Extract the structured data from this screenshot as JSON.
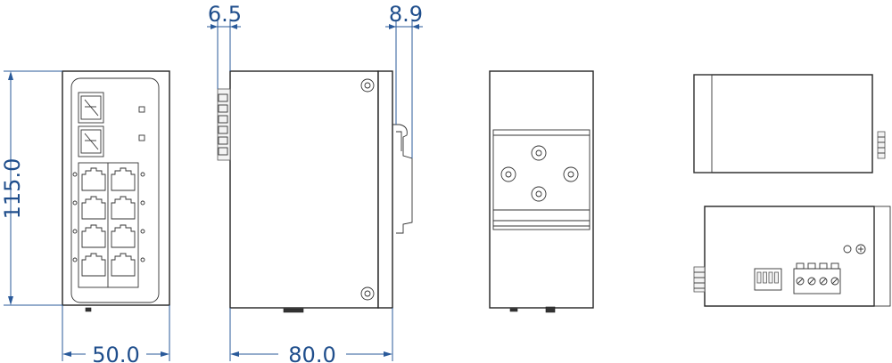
{
  "dimensions": {
    "height": "115.0",
    "width_front": "50.0",
    "depth": "80.0",
    "protrusion_front": "6.5",
    "protrusion_rail": "8.9"
  },
  "views": [
    "front-view",
    "side-view",
    "rear-view",
    "top-view",
    "bottom-view"
  ],
  "device": {
    "sfp_ports": 2,
    "rj45_ports": 8,
    "dip_switches": 4,
    "terminal_pins": 4
  },
  "colors": {
    "dimension": "#1f4e8c",
    "outline": "#222222"
  }
}
